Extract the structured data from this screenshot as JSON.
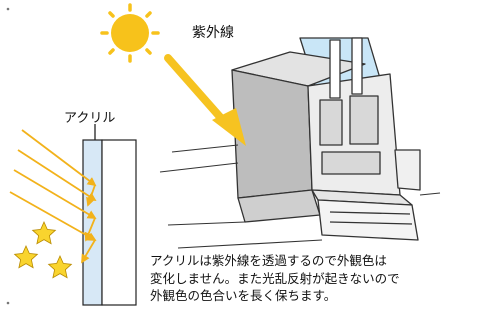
{
  "labels": {
    "uv": "紫外線",
    "acrylic": "アクリル"
  },
  "caption": {
    "line1": "アクリルは紫外線を透過するので外観色は",
    "line2": "変化しません。また光乱反射が起きないので",
    "line3": "外観色の色合いを長く保ちます。"
  },
  "icons": {
    "sun": "sun-icon",
    "star": "star-icon",
    "uv_arrow": "arrow-icon"
  },
  "colors": {
    "sun": "#f7c21b",
    "uv_arrow": "#f6c321",
    "light_rays": "#f2b21b",
    "star_fill": "#f9d42e",
    "acrylic_panel": "#d7e8f6",
    "frame_face": "#bdbdbd",
    "frame_light": "#e3e3e3",
    "glass": "#c9e6f7"
  }
}
